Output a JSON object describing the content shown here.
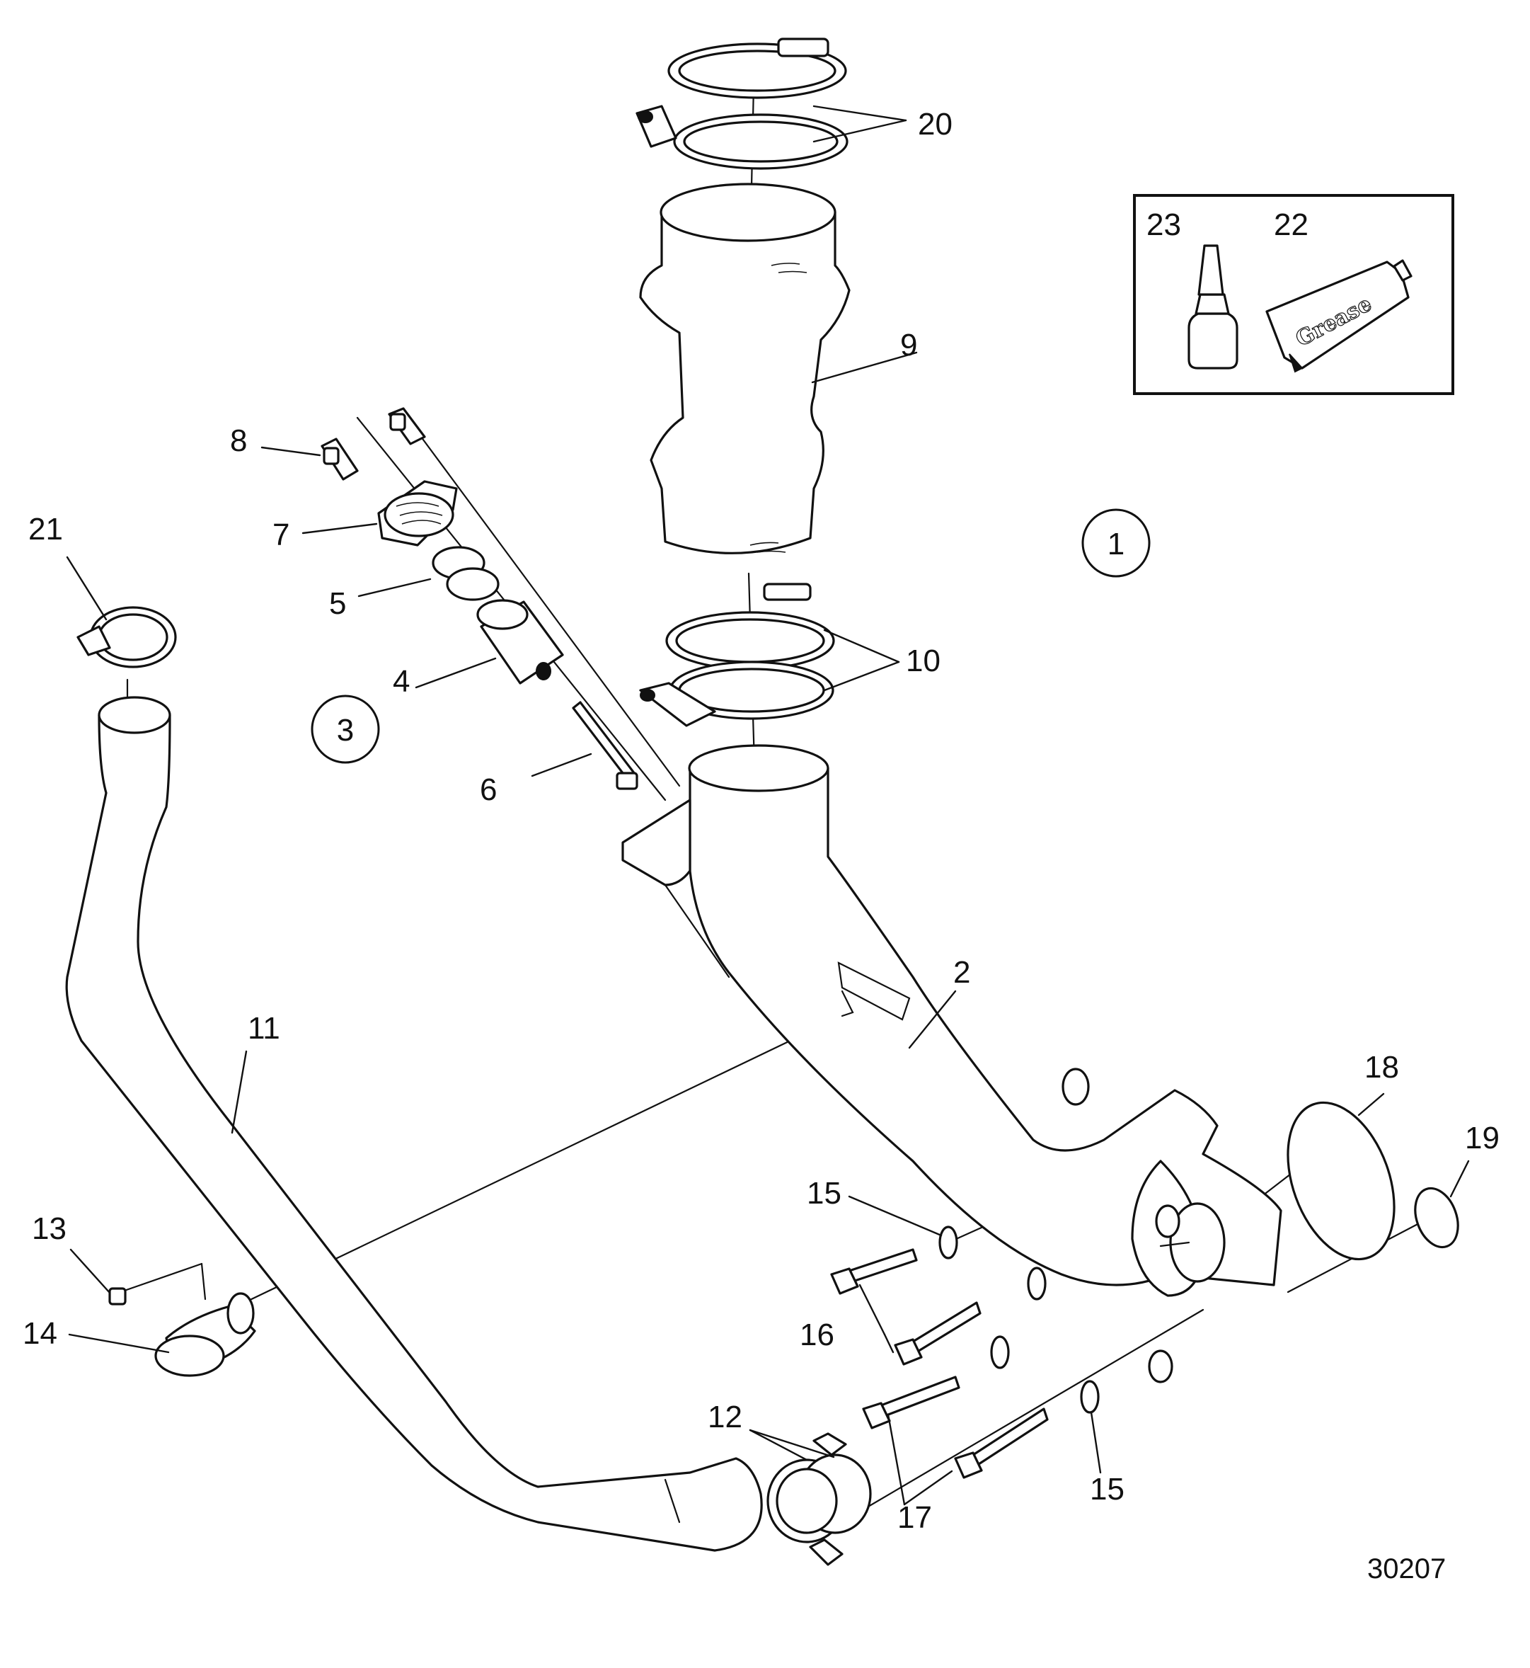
{
  "figure": {
    "figure_number": "30207",
    "callouts": [
      {
        "id": "c1",
        "label": "1",
        "circled": true
      },
      {
        "id": "c2",
        "label": "2"
      },
      {
        "id": "c3",
        "label": "3",
        "circled": true
      },
      {
        "id": "c4",
        "label": "4"
      },
      {
        "id": "c5",
        "label": "5"
      },
      {
        "id": "c6",
        "label": "6"
      },
      {
        "id": "c7",
        "label": "7"
      },
      {
        "id": "c8",
        "label": "8"
      },
      {
        "id": "c9",
        "label": "9"
      },
      {
        "id": "c10",
        "label": "10"
      },
      {
        "id": "c11",
        "label": "11"
      },
      {
        "id": "c12",
        "label": "12"
      },
      {
        "id": "c13",
        "label": "13"
      },
      {
        "id": "c14",
        "label": "14"
      },
      {
        "id": "c15a",
        "label": "15"
      },
      {
        "id": "c15b",
        "label": "15"
      },
      {
        "id": "c16",
        "label": "16"
      },
      {
        "id": "c17",
        "label": "17"
      },
      {
        "id": "c18",
        "label": "18"
      },
      {
        "id": "c19",
        "label": "19"
      },
      {
        "id": "c20",
        "label": "20"
      },
      {
        "id": "c21",
        "label": "21"
      },
      {
        "id": "c22",
        "label": "22"
      },
      {
        "id": "c23",
        "label": "23"
      }
    ],
    "grease_tube_text": "Grease",
    "icons": [
      "adhesive-bottle-icon",
      "grease-tube-icon"
    ]
  }
}
